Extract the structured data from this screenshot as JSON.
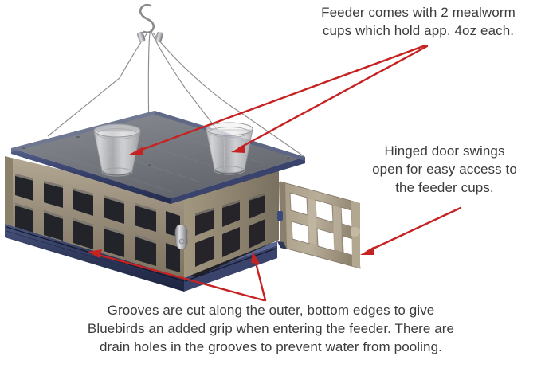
{
  "image": {
    "subject": "bluebird mealworm cage feeder",
    "background_color": "#ffffff"
  },
  "annotations": {
    "cups": {
      "text": "Feeder comes with 2 mealworm\ncups which hold app. 4oz each.",
      "align": "center",
      "pointer_color": "#c62222",
      "arrow_count": 2
    },
    "door": {
      "text": "Hinged door swings\nopen for easy access to\nthe feeder cups.",
      "align": "center",
      "pointer_color": "#c62222",
      "arrow_count": 1
    },
    "grooves": {
      "text": "Grooves are cut along the outer, bottom edges to give\nBluebirds an added grip when entering the feeder. There are\ndrain holes in the grooves to prevent water from pooling.",
      "align": "center",
      "pointer_color": "#c62222",
      "arrow_count": 2
    }
  },
  "colors": {
    "text": "#3c3c3c",
    "arrow_red": "#c62222",
    "platform_edge_navy": "#2f3a5e",
    "platform_edge_navy_light": "#4a5580",
    "deck_slate": "#767a80",
    "deck_slate_dark": "#5d6167",
    "cage_tan": "#9a8f7e",
    "cage_tan_light": "#b6ab98",
    "cage_tan_dark": "#6e6556",
    "cavity_dark": "#2b2b30",
    "cable_silver": "#8e8e8e",
    "cup_clear": "#e9e9ea",
    "hardware_silver": "#c9c9cc"
  },
  "parts": {
    "hook": "s-hook",
    "cables": 4,
    "cups": 2,
    "cup_capacity": "4oz",
    "door": "hinged swing door",
    "latch": "turn latch"
  }
}
